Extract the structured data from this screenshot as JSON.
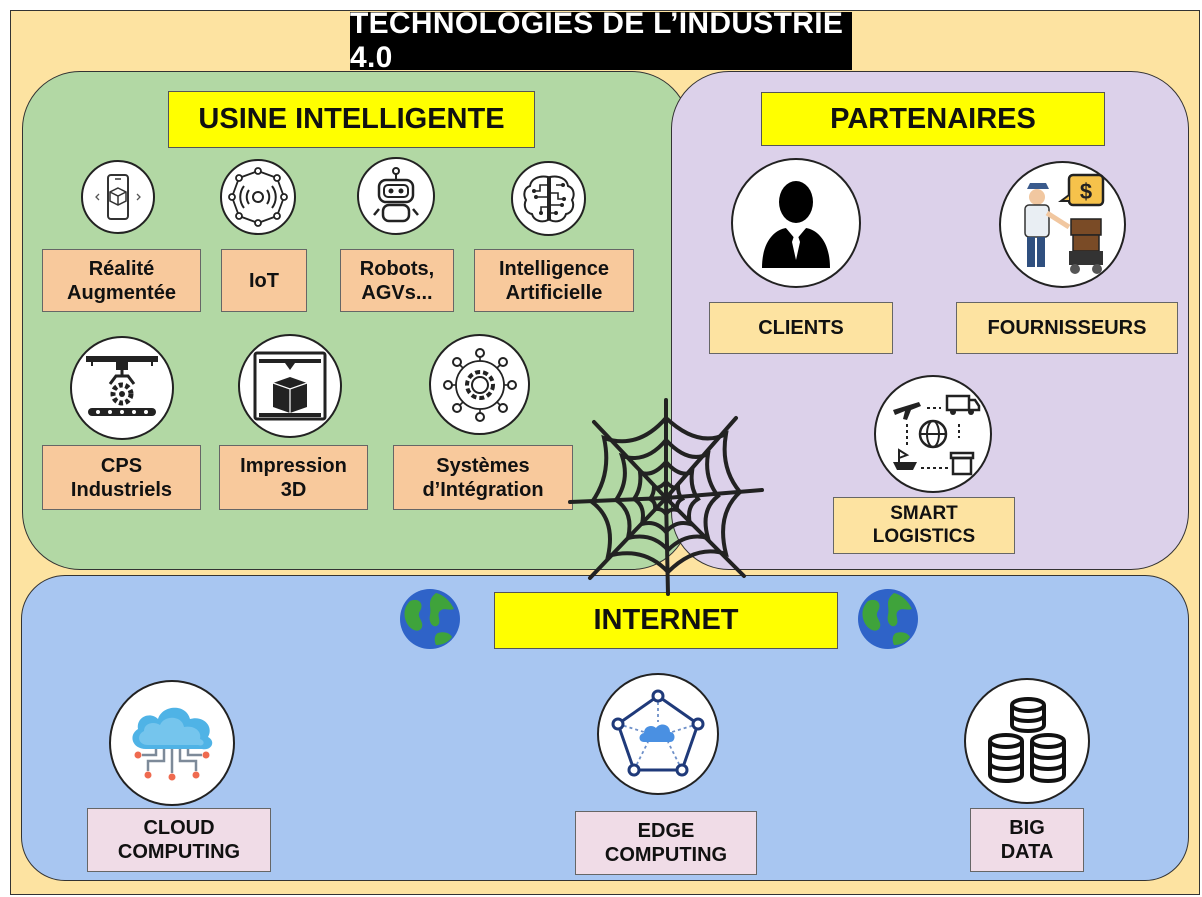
{
  "title": "TECHNOLOGIES DE L’INDUSTRIE 4.0",
  "usine": {
    "heading": "USINE INTELLIGENTE",
    "items": [
      {
        "label": "Réalité\nAugmentée",
        "icon": "augmented-reality-phone-icon"
      },
      {
        "label": "IoT",
        "icon": "iot-network-icon"
      },
      {
        "label": "Robots,\nAGVs...",
        "icon": "robot-icon"
      },
      {
        "label": "Intelligence\nArtificielle",
        "icon": "ai-brain-icon"
      },
      {
        "label": "CPS\nIndustriels",
        "icon": "robotic-arm-icon"
      },
      {
        "label": "Impression\n3D",
        "icon": "3d-printer-icon"
      },
      {
        "label": "Systèmes\nd’Intégration",
        "icon": "integration-gear-icon"
      }
    ]
  },
  "partenaires": {
    "heading": "PARTENAIRES",
    "items": [
      {
        "label": "CLIENTS",
        "icon": "client-businessman-icon"
      },
      {
        "label": "FOURNISSEURS",
        "icon": "supplier-delivery-icon"
      },
      {
        "label": "SMART\nLOGISTICS",
        "icon": "smart-logistics-icon"
      }
    ]
  },
  "internet": {
    "heading": "INTERNET",
    "items": [
      {
        "label": "CLOUD\nCOMPUTING",
        "icon": "cloud-computing-icon"
      },
      {
        "label": "EDGE\nCOMPUTING",
        "icon": "edge-computing-icon"
      },
      {
        "label": "BIG\nDATA",
        "icon": "big-data-database-icon"
      }
    ]
  },
  "colors": {
    "background": "#fde3a1",
    "usine_panel": "#b2d8a4",
    "partenaires_panel": "#dcd1ea",
    "internet_panel": "#a8c6f1",
    "heading_fill": "#ffff00",
    "usine_label_fill": "#f8c99c",
    "internet_label_fill": "#f0dce7",
    "title_fill": "#000000"
  }
}
